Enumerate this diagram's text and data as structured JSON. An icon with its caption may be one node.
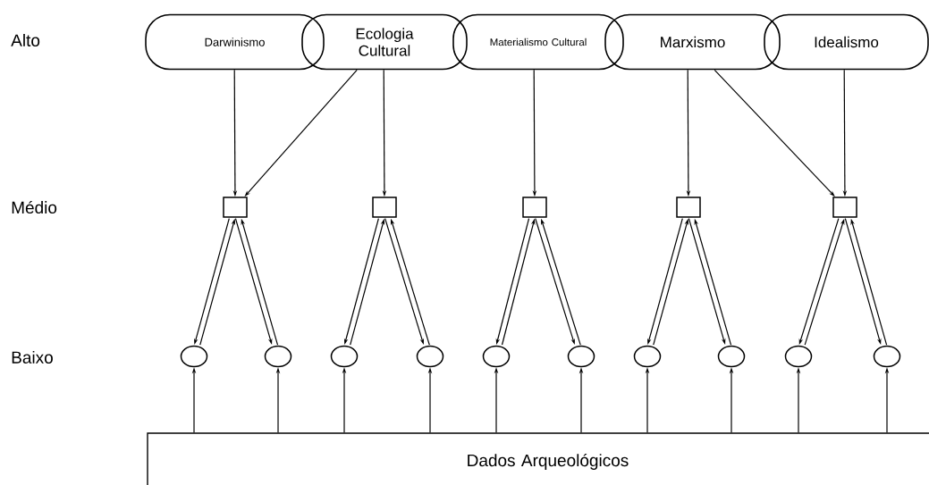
{
  "diagram": {
    "nodes": [
      {
        "text": [
          "Darwinismo"
        ]
      },
      {
        "text": [
          "Ecologia Cultural"
        ]
      },
      {
        "text": [
          "Materialismo Cultural"
        ]
      },
      {
        "text": [
          "Marxismo"
        ]
      },
      {
        "text": [
          "Idealismo"
        ]
      },
      {
        "text": [],
        "shape": "box"
      },
      {
        "text": [],
        "shape": "box"
      },
      {
        "text": [],
        "shape": "box"
      },
      {
        "text": [],
        "shape": "box"
      },
      {
        "text": [],
        "shape": "box"
      },
      {
        "text": [],
        "shape": "circle"
      },
      {
        "text": [],
        "shape": "circle"
      },
      {
        "text": [],
        "shape": "circle"
      },
      {
        "text": [],
        "shape": "circle"
      },
      {
        "text": [],
        "shape": "circle"
      },
      {
        "text": [],
        "shape": "circle"
      },
      {
        "text": [],
        "shape": "circle"
      },
      {
        "text": [],
        "shape": "circle"
      },
      {
        "text": [],
        "shape": "circle"
      },
      {
        "text": [],
        "shape": "circle"
      },
      {
        "text": [
          "Dados Arqueológicos"
        ]
      }
    ],
    "edges": [
      {
        "from": 0,
        "to": 5,
        "arrow": "to"
      },
      {
        "from": 1,
        "to": 5,
        "arrow": "to"
      },
      {
        "from": 1,
        "to": 6,
        "arrow": "to"
      },
      {
        "from": 2,
        "to": 7,
        "arrow": "to"
      },
      {
        "from": 3,
        "to": 8,
        "arrow": "to"
      },
      {
        "from": 3,
        "to": 9,
        "arrow": "to"
      },
      {
        "from": 4,
        "to": 9,
        "arrow": "to"
      },
      {
        "from": 5,
        "to": 10,
        "arrow": "to"
      },
      {
        "from": 10,
        "to": 5,
        "arrow": "to"
      },
      {
        "from": 5,
        "to": 11,
        "arrow": "to"
      },
      {
        "from": 11,
        "to": 5,
        "arrow": "to"
      },
      {
        "from": 6,
        "to": 12,
        "arrow": "to"
      },
      {
        "from": 12,
        "to": 6,
        "arrow": "to"
      },
      {
        "from": 6,
        "to": 13,
        "arrow": "to"
      },
      {
        "from": 13,
        "to": 6,
        "arrow": "to"
      },
      {
        "from": 7,
        "to": 14,
        "arrow": "to"
      },
      {
        "from": 14,
        "to": 7,
        "arrow": "to"
      },
      {
        "from": 7,
        "to": 15,
        "arrow": "to"
      },
      {
        "from": 15,
        "to": 7,
        "arrow": "to"
      },
      {
        "from": 8,
        "to": 16,
        "arrow": "to"
      },
      {
        "from": 16,
        "to": 8,
        "arrow": "to"
      },
      {
        "from": 8,
        "to": 17,
        "arrow": "to"
      },
      {
        "from": 17,
        "to": 8,
        "arrow": "to"
      },
      {
        "from": 9,
        "to": 18,
        "arrow": "to"
      },
      {
        "from": 18,
        "to": 9,
        "arrow": "to"
      },
      {
        "from": 9,
        "to": 19,
        "arrow": "to"
      },
      {
        "from": 19,
        "to": 9,
        "arrow": "to"
      },
      {
        "from": 20,
        "to": 10,
        "arrow": "to"
      },
      {
        "from": 20,
        "to": 11,
        "arrow": "to"
      },
      {
        "from": 20,
        "to": 12,
        "arrow": "to"
      },
      {
        "from": 20,
        "to": 13,
        "arrow": "to"
      },
      {
        "from": 20,
        "to": 14,
        "arrow": "to"
      },
      {
        "from": 20,
        "to": 15,
        "arrow": "to"
      },
      {
        "from": 20,
        "to": 16,
        "arrow": "to"
      },
      {
        "from": 20,
        "to": 17,
        "arrow": "to"
      },
      {
        "from": 20,
        "to": 18,
        "arrow": "to"
      },
      {
        "from": 20,
        "to": 19,
        "arrow": "to"
      }
    ],
    "labels": [
      "Alto",
      "Médio",
      "Baixo"
    ]
  }
}
